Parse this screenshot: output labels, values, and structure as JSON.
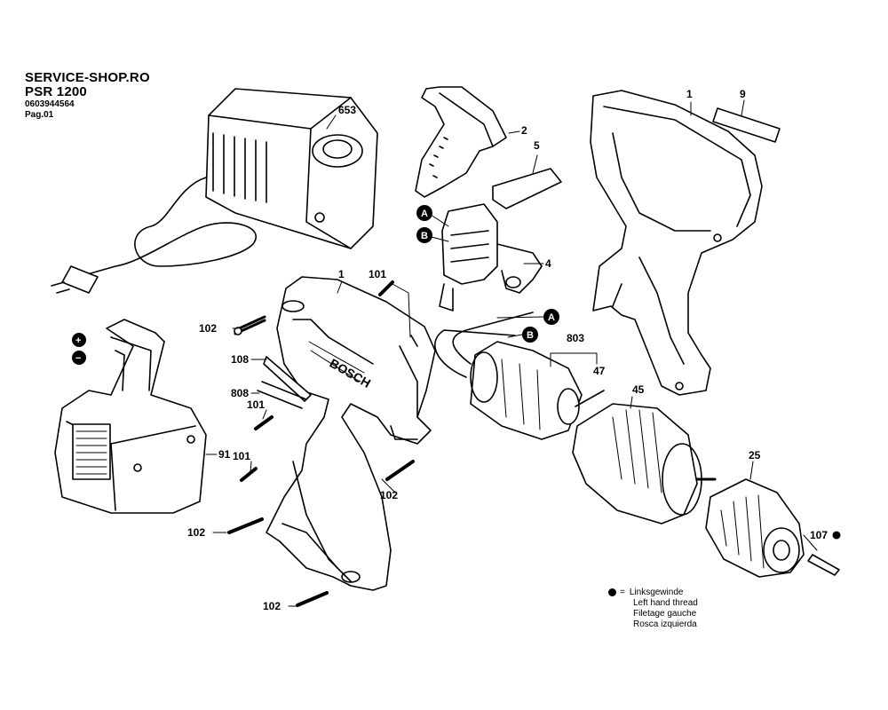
{
  "header": {
    "site": "SERVICE-SHOP.RO",
    "model": "PSR 1200",
    "part_number": "0603944564",
    "page": "Pag.01"
  },
  "callouts": [
    {
      "id": "c-653",
      "text": "653"
    },
    {
      "id": "c-2",
      "text": "2"
    },
    {
      "id": "c-5",
      "text": "5"
    },
    {
      "id": "c-4",
      "text": "4"
    },
    {
      "id": "c-1-top",
      "text": "1"
    },
    {
      "id": "c-9",
      "text": "9"
    },
    {
      "id": "c-1-mid",
      "text": "1"
    },
    {
      "id": "c-101-a",
      "text": "101"
    },
    {
      "id": "c-102-a",
      "text": "102"
    },
    {
      "id": "c-108",
      "text": "108"
    },
    {
      "id": "c-808",
      "text": "808"
    },
    {
      "id": "c-101-b",
      "text": "101"
    },
    {
      "id": "c-101-c",
      "text": "101"
    },
    {
      "id": "c-102-b",
      "text": "102"
    },
    {
      "id": "c-102-c",
      "text": "102"
    },
    {
      "id": "c-102-d",
      "text": "102"
    },
    {
      "id": "c-91",
      "text": "91"
    },
    {
      "id": "c-803",
      "text": "803"
    },
    {
      "id": "c-47",
      "text": "47"
    },
    {
      "id": "c-45",
      "text": "45"
    },
    {
      "id": "c-25",
      "text": "25"
    },
    {
      "id": "c-107",
      "text": "107"
    }
  ],
  "markers": {
    "a": "A",
    "b": "B",
    "plus": "+",
    "minus": "−"
  },
  "legend": {
    "symbol": "=",
    "lines": [
      "Linksgewinde",
      "Left hand thread",
      "Filetage gauche",
      "Rosca izquierda"
    ]
  },
  "housing_text": "BOSCH"
}
